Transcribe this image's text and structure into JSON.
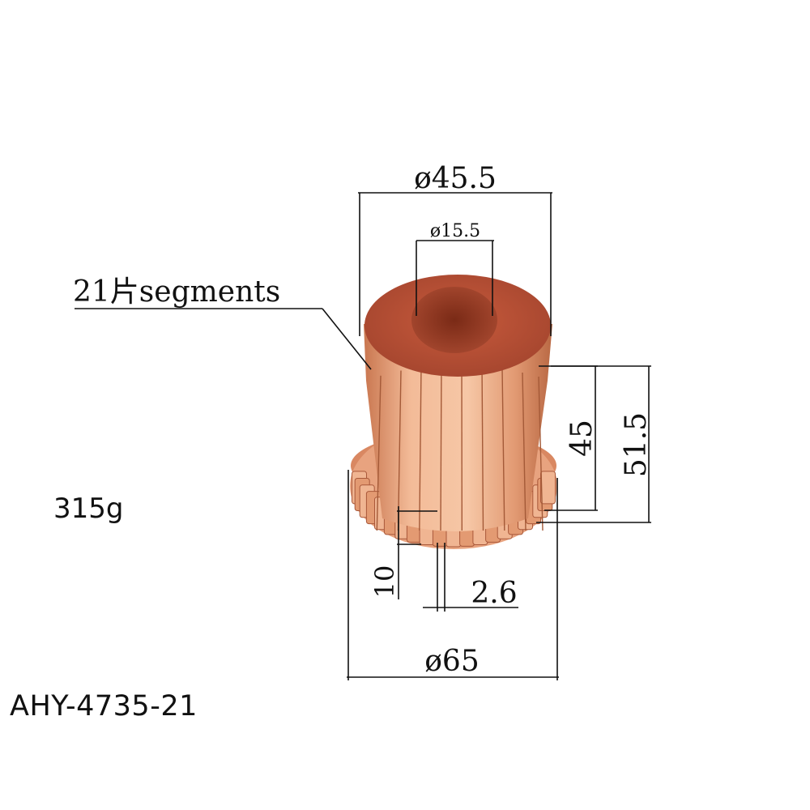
{
  "product": {
    "model": "AHY-4735-21",
    "weight": "315g",
    "segments_label": "21片segments"
  },
  "dimensions": {
    "outer_diameter": "ø45.5",
    "bore_diameter": "ø15.5",
    "body_height": "45",
    "total_height": "51.5",
    "hook_height": "10",
    "slot_width": "2.6",
    "hook_diameter": "ø65"
  },
  "colors": {
    "copper": "#e9a27d",
    "copper_dark": "#b8643f",
    "insulator": "#b9533a",
    "line": "#111111"
  }
}
